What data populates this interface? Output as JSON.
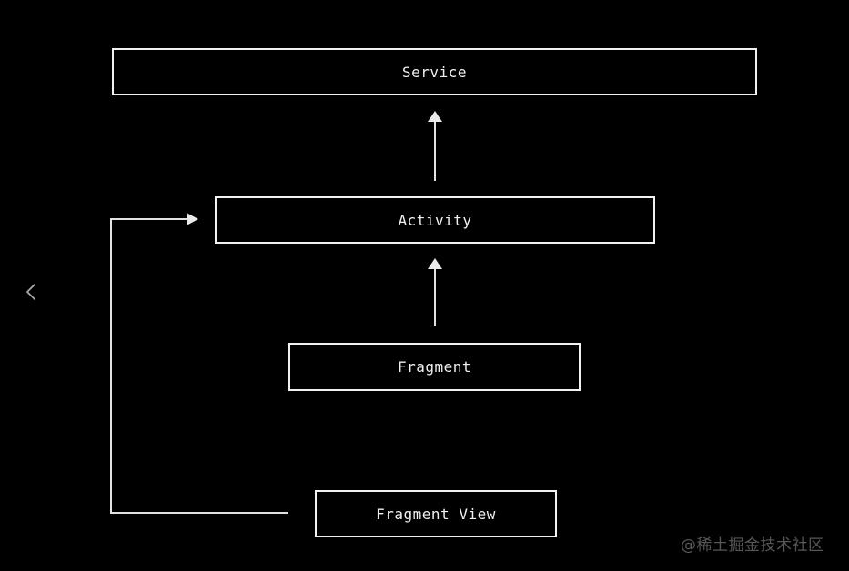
{
  "canvas": {
    "background": "#000000"
  },
  "diagram": {
    "nodes": [
      {
        "id": "service",
        "label": "Service"
      },
      {
        "id": "activity",
        "label": "Activity"
      },
      {
        "id": "fragment",
        "label": "Fragment"
      },
      {
        "id": "fragment-view",
        "label": "Fragment View"
      }
    ],
    "edges": [
      {
        "from": "Activity",
        "to": "Service",
        "style": "straight-up-arrow"
      },
      {
        "from": "Fragment",
        "to": "Activity",
        "style": "straight-up-arrow"
      },
      {
        "from": "Fragment View",
        "to": "Activity",
        "style": "elbow-left-up-right-arrow"
      }
    ],
    "colors": {
      "box_border": "#f2f2f2",
      "label_text": "#f0f0f0",
      "connector": "#e2e2e2"
    }
  },
  "nav": {
    "prev_icon": "chevron-left"
  },
  "watermark": {
    "text": "@稀土掘金技术社区",
    "color": "#575757"
  }
}
